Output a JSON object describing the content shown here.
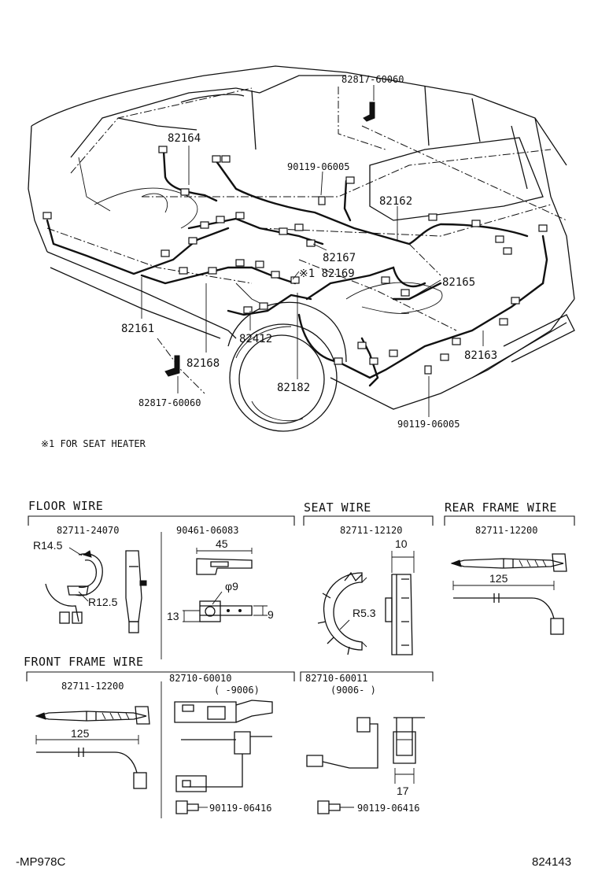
{
  "main_diagram": {
    "callouts": {
      "c_82817_top": "82817-60060",
      "c_82164": "82164",
      "c_90119_top": "90119-06005",
      "c_82162": "82162",
      "c_82167": "82167",
      "c_82169": "※1 82169",
      "c_82165": "82165",
      "c_82161": "82161",
      "c_82412": "82412",
      "c_82168": "82168",
      "c_82163": "82163",
      "c_82182": "82182",
      "c_82817_bottom": "82817-60060",
      "c_90119_bottom": "90119-06005"
    },
    "footnote": "※1 FOR SEAT HEATER"
  },
  "sections": {
    "floor_wire": {
      "title": "FLOOR WIRE",
      "part_a": "82711-24070",
      "part_b": "90461-06083",
      "dims": {
        "r145": "R14.5",
        "r125": "R12.5",
        "d45": "45",
        "phi9": "φ9",
        "d13": "13",
        "d9": "9"
      }
    },
    "seat_wire": {
      "title": "SEAT WIRE",
      "part": "82711-12120",
      "dims": {
        "d10": "10",
        "r53": "R5.3"
      }
    },
    "rear_frame_wire": {
      "title": "REAR FRAME WIRE",
      "part": "82711-12200",
      "dims": {
        "d125": "125"
      }
    },
    "front_frame_wire": {
      "title": "FRONT FRAME WIRE",
      "part_a": "82711-12200",
      "part_b": "82710-60010",
      "part_b_range": "(     -9006)",
      "part_c": "82710-60011",
      "part_c_range": "(9006-     )",
      "bolt_b": "90119-06416",
      "bolt_c": "90119-06416",
      "dims": {
        "d125": "125",
        "d17": "17"
      }
    }
  },
  "corner_labels": {
    "left": "-MP978C",
    "right": "824143"
  }
}
